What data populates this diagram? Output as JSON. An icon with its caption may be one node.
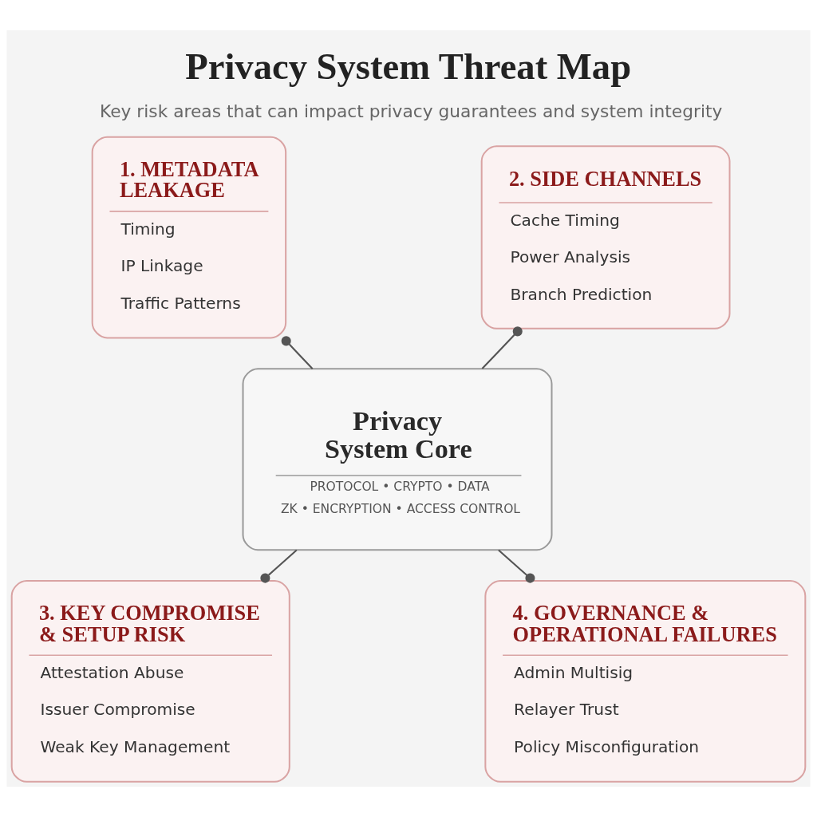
{
  "diagram": {
    "title": "Privacy System Threat Map",
    "caption": "Key risk areas that can impact privacy guarantees and system integrity",
    "nodes": [
      {
        "text": [
          "1. METADATA LEAKAGE",
          "Timing",
          "IP Linkage",
          "Traffic Patterns"
        ]
      },
      {
        "text": [
          "2. SIDE CHANNELS",
          "Cache Timing",
          "Power Analysis",
          "Branch Prediction"
        ]
      },
      {
        "text": [
          "Privacy System Core",
          "PROTOCOL • CRYPTO • DATA",
          "ZK • ENCRYPTION • ACCESS CONTROL"
        ]
      },
      {
        "text": [
          "3. KEY COMPROMISE & SETUP RISK",
          "Attestation Abuse",
          "Issuer Compromise",
          "Weak Key Management"
        ]
      },
      {
        "text": [
          "4. GOVERNANCE & OPERATIONAL FAILURES",
          "Admin Multisig",
          "Relayer Trust",
          "Policy Misconfiguration"
        ]
      }
    ],
    "edges": [
      {
        "from": 2,
        "to": 0,
        "arrow": "other"
      },
      {
        "from": 2,
        "to": 1,
        "arrow": "other"
      },
      {
        "from": 2,
        "to": 3,
        "arrow": "other"
      },
      {
        "from": 2,
        "to": 4,
        "arrow": "other"
      }
    ]
  }
}
